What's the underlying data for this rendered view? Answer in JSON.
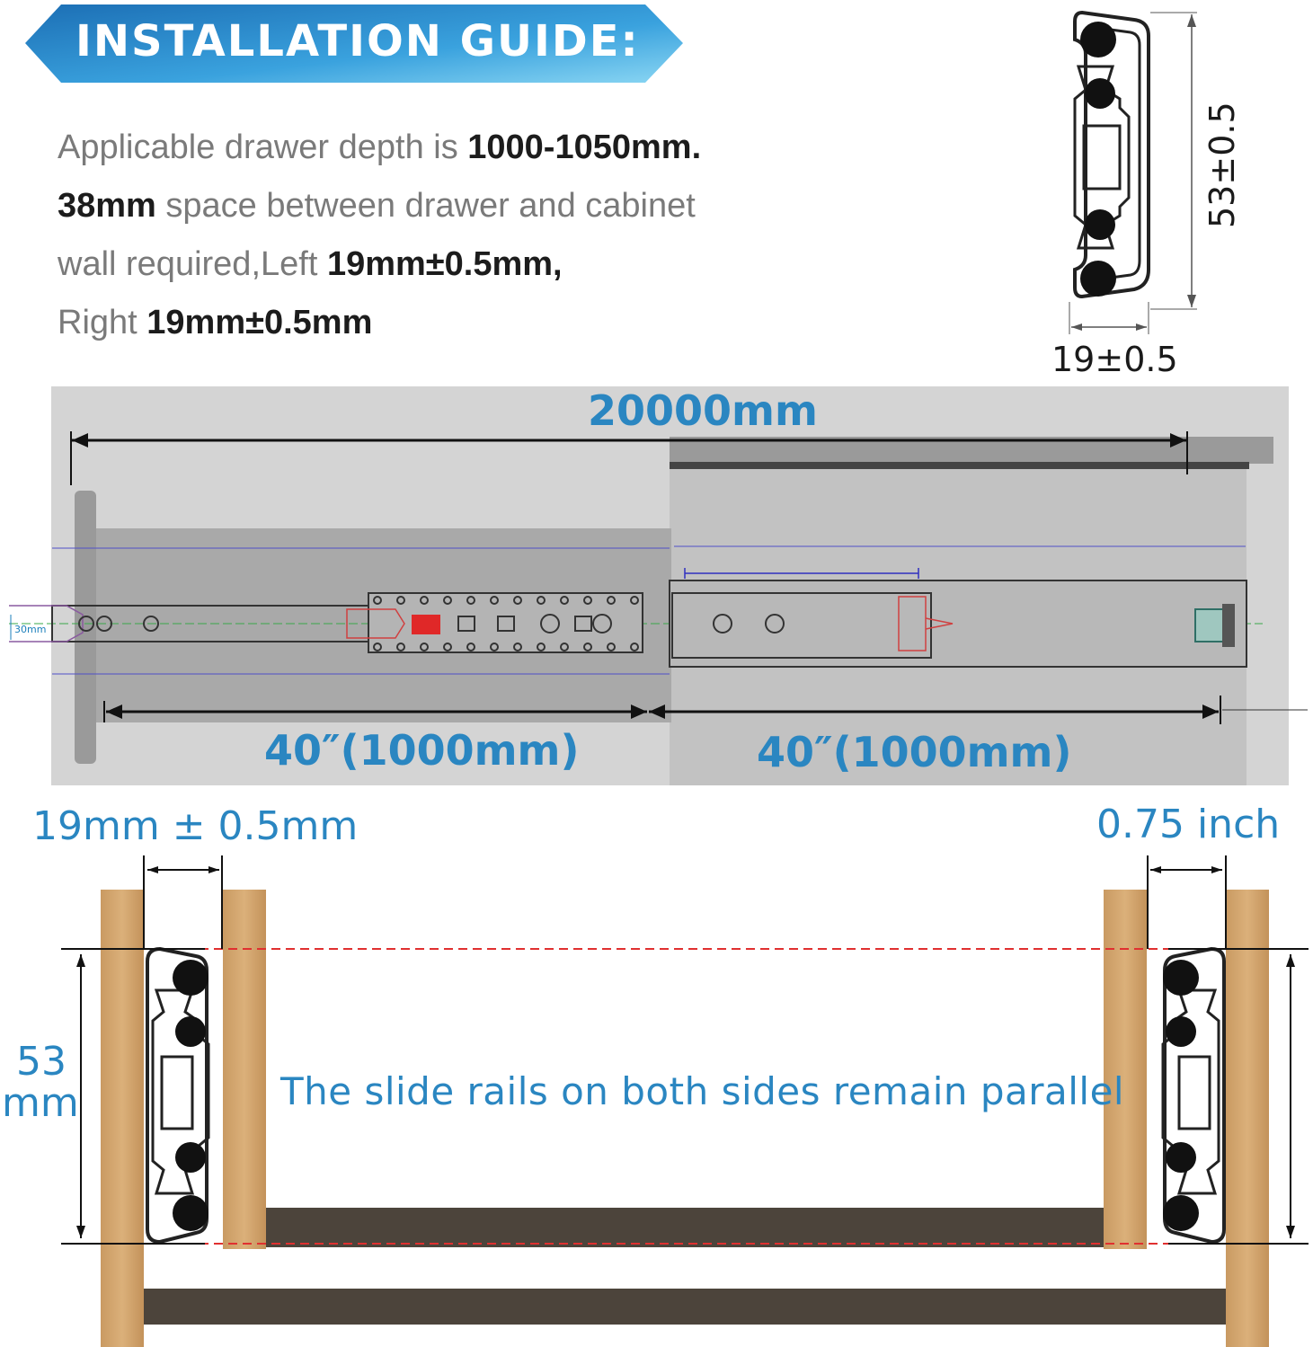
{
  "banner": {
    "title": "INSTALLATION GUIDE:",
    "color_start": "#1c6fb5",
    "color_end": "#7fd0f0"
  },
  "intro": {
    "line1_prefix": "Applicable drawer depth is ",
    "line1_value": "1000-1050mm.",
    "line2_value": "38mm",
    "line2_suffix": " space between drawer and cabinet",
    "line3_prefix": "wall required,Left ",
    "line3_value": "19mm±0.5mm,",
    "line4_prefix": "Right ",
    "line4_value": "19mm±0.5mm"
  },
  "profile_dims": {
    "height": "53±0.5",
    "width": "19±0.5"
  },
  "rail_diagram": {
    "total_length": "20000mm",
    "left_length": "40″(1000mm)",
    "right_length": "40″(1000mm)",
    "small_tag": "30mm"
  },
  "cabinet_section": {
    "left_gap": "19mm ± 0.5mm",
    "right_gap": "0.75 inch",
    "height_value": "53",
    "height_unit": "mm",
    "caption": "The slide rails on both sides remain parallel"
  },
  "colors": {
    "accent_blue": "#2a86c1",
    "wood": "#d2a672",
    "dark_board": "#4a433b",
    "guide_red": "#e03030"
  }
}
